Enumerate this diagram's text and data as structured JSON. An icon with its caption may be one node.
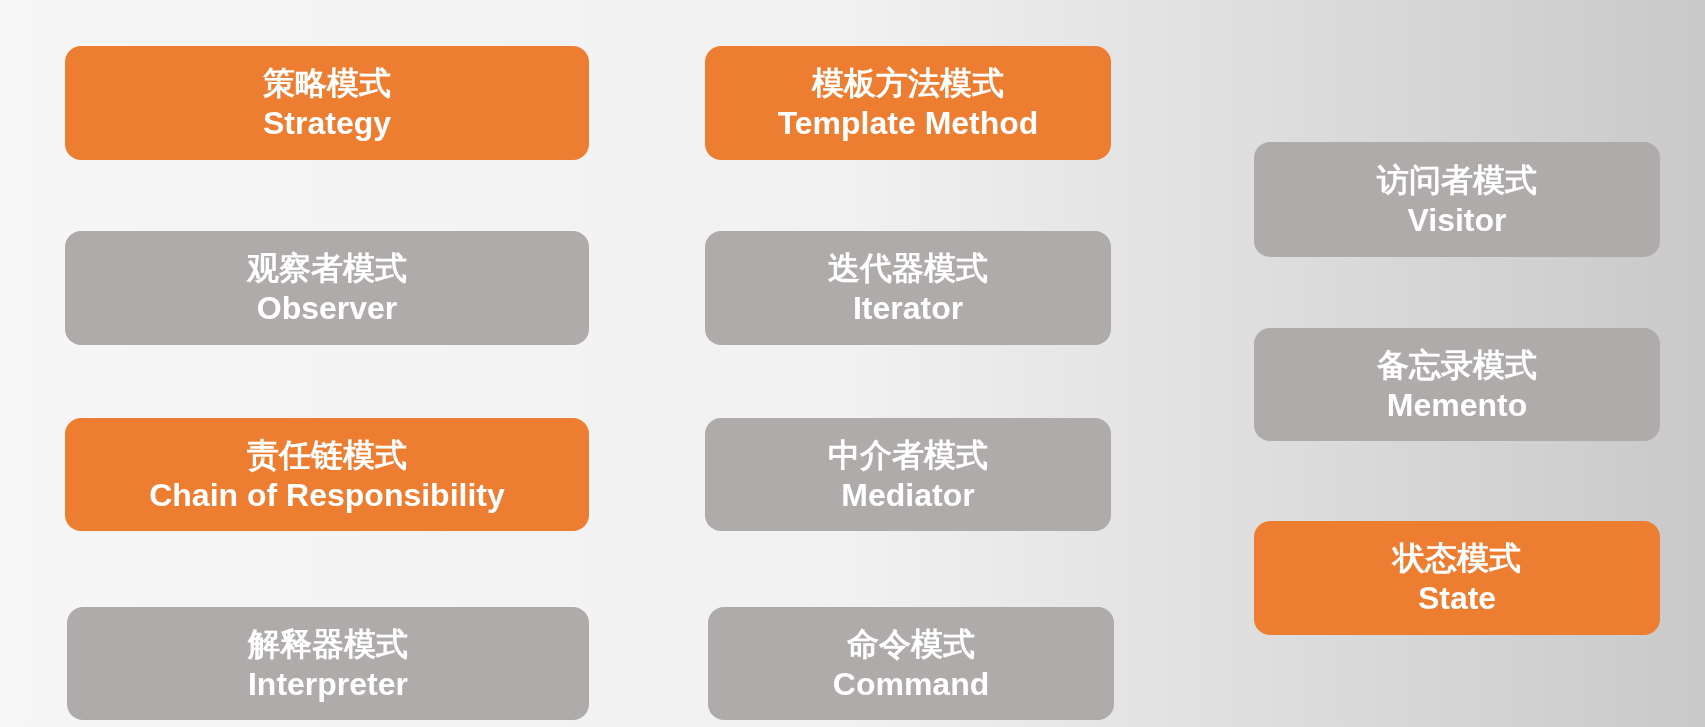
{
  "diagram": {
    "nodes": [
      {
        "text": [
          "策略模式",
          "Strategy"
        ]
      },
      {
        "text": [
          "模板方法模式",
          "Template Method"
        ]
      },
      {
        "text": [
          "访问者模式",
          "Visitor"
        ]
      },
      {
        "text": [
          "观察者模式",
          "Observer"
        ]
      },
      {
        "text": [
          "迭代器模式",
          "Iterator"
        ]
      },
      {
        "text": [
          "备忘录模式",
          "Memento"
        ]
      },
      {
        "text": [
          "责任链模式",
          "Chain of Responsibility"
        ]
      },
      {
        "text": [
          "中介者模式",
          "Mediator"
        ]
      },
      {
        "text": [
          "状态模式",
          "State"
        ]
      },
      {
        "text": [
          "解释器模式",
          "Interpreter"
        ]
      },
      {
        "text": [
          "命令模式",
          "Command"
        ]
      }
    ]
  }
}
